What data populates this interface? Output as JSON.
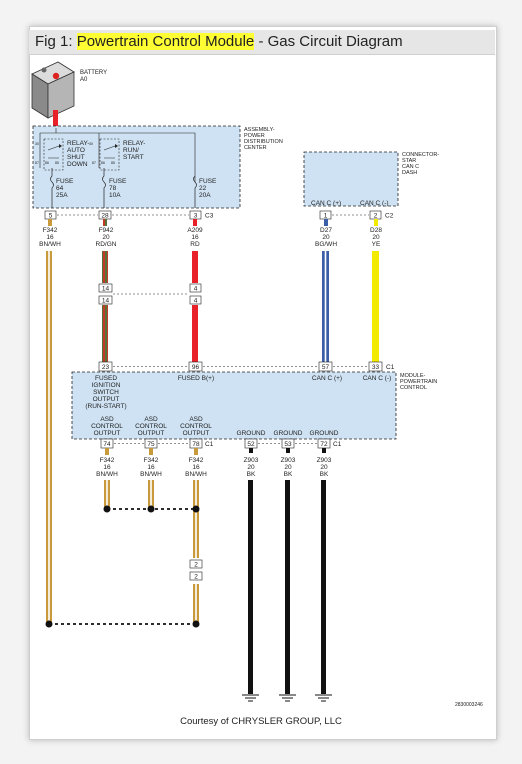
{
  "title": {
    "prefix": "Fig 1: ",
    "highlight": "Powertrain Control Module",
    "suffix": " - Gas Circuit Diagram"
  },
  "battery": {
    "name": "BATTERY",
    "id": "A0"
  },
  "pdc": {
    "label": [
      "ASSEMBLY-",
      "POWER",
      "DISTRIBUTION",
      "CENTER"
    ],
    "relay_asd": [
      "RELAY-",
      "AUTO",
      "SHUT",
      "DOWN"
    ],
    "relay_run": [
      "RELAY-",
      "RUN/",
      "START"
    ],
    "relay_pins": [
      "30",
      "87",
      "86",
      "85",
      "30",
      "87",
      "86",
      "85"
    ],
    "fuses": [
      {
        "label": "FUSE",
        "num": "64",
        "amps": "25A"
      },
      {
        "label": "FUSE",
        "num": "78",
        "amps": "10A"
      },
      {
        "label": "FUSE",
        "num": "22",
        "amps": "20A"
      }
    ],
    "pins": [
      "5",
      "28",
      "3"
    ],
    "connector": "C3"
  },
  "dash_connector": {
    "label": [
      "CONNECTOR-",
      "STAR",
      "CAN C",
      "DASH"
    ],
    "pins_labels": [
      "CAN C (+)",
      "CAN C (-)"
    ],
    "pins": [
      "1",
      "2"
    ],
    "connector": "C2"
  },
  "wires_top": [
    {
      "circuit": "F342",
      "gauge": "16",
      "color": "BN/WH"
    },
    {
      "circuit": "F942",
      "gauge": "20",
      "color": "RD/GN"
    },
    {
      "circuit": "A209",
      "gauge": "16",
      "color": "RD"
    },
    {
      "circuit": "D27",
      "gauge": "20",
      "color": "BG/WH"
    },
    {
      "circuit": "D28",
      "gauge": "20",
      "color": "YE"
    }
  ],
  "inline_connector_pins": [
    "14",
    "14",
    "4",
    "4"
  ],
  "pcm": {
    "label": [
      "MODULE-",
      "POWERTRAIN",
      "CONTROL"
    ],
    "top_pins": [
      "23",
      "96",
      "57",
      "33"
    ],
    "top_connector": "C1",
    "fused_ign": [
      "FUSED",
      "IGNITION",
      "SWITCH",
      "OUTPUT",
      "(RUN-START)"
    ],
    "fused_b": "FUSED B(+)",
    "can_plus": "CAN C (+)",
    "can_minus": "CAN C (-)",
    "asd_output": [
      "ASD",
      "CONTROL",
      "OUTPUT"
    ],
    "ground": "GROUND",
    "bottom_pins": [
      "74",
      "75",
      "78",
      "52",
      "53",
      "72"
    ],
    "bottom_connector": "C1"
  },
  "wires_bottom": [
    {
      "circuit": "F342",
      "gauge": "16",
      "color": "BN/WH"
    },
    {
      "circuit": "Z903",
      "gauge": "20",
      "color": "BK"
    }
  ],
  "splice_pins": [
    "2",
    "2"
  ],
  "footer": {
    "courtesy": "Courtesy of CHRYSLER GROUP, LLC",
    "code": "2830003246"
  },
  "colors": {
    "title_highlight": "#ffff33",
    "box_fill": "#cfe2f3",
    "brown_white": "#c89a3c",
    "red": "#e8202a",
    "red_green": "#2e8b3a",
    "blue": "#3a5fa8",
    "yellow": "#f2ea00",
    "black": "#111111"
  }
}
